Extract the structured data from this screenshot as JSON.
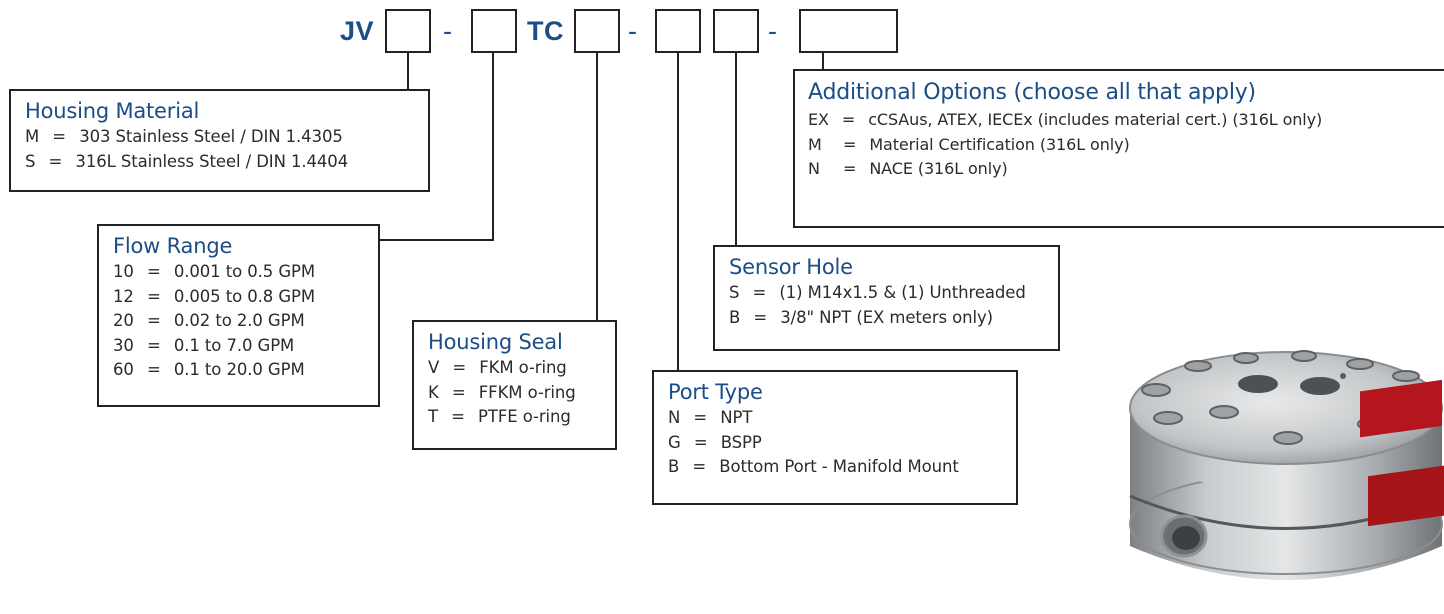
{
  "part_number": {
    "prefix": "JV",
    "sep1": "-",
    "mid": "TC",
    "sep2": "-",
    "sep3": "-"
  },
  "housing_material": {
    "title": "Housing Material",
    "rows": [
      {
        "code": "M",
        "eq": "=",
        "desc": "303 Stainless Steel / DIN 1.4305"
      },
      {
        "code": "S",
        "eq": "=",
        "desc": "316L Stainless Steel / DIN 1.4404"
      }
    ]
  },
  "flow_range": {
    "title": "Flow Range",
    "rows": [
      {
        "code": "10",
        "eq": "=",
        "desc": "0.001 to 0.5 GPM"
      },
      {
        "code": "12",
        "eq": "=",
        "desc": "0.005 to 0.8 GPM"
      },
      {
        "code": "20",
        "eq": "=",
        "desc": "0.02 to 2.0 GPM"
      },
      {
        "code": "30",
        "eq": "=",
        "desc": "0.1 to 7.0 GPM"
      },
      {
        "code": "60",
        "eq": "=",
        "desc": "0.1 to 20.0 GPM"
      }
    ]
  },
  "housing_seal": {
    "title": "Housing Seal",
    "rows": [
      {
        "code": "V",
        "eq": "=",
        "desc": "FKM o-ring"
      },
      {
        "code": "K",
        "eq": "=",
        "desc": "FFKM o-ring"
      },
      {
        "code": "T",
        "eq": "=",
        "desc": "PTFE o-ring"
      }
    ]
  },
  "port_type": {
    "title": "Port Type",
    "rows": [
      {
        "code": "N",
        "eq": "=",
        "desc": "NPT"
      },
      {
        "code": "G",
        "eq": "=",
        "desc": "BSPP"
      },
      {
        "code": "B",
        "eq": "=",
        "desc": "Bottom Port - Manifold Mount"
      }
    ]
  },
  "sensor_hole": {
    "title": "Sensor Hole",
    "rows": [
      {
        "code": "S",
        "eq": "=",
        "desc": "(1) M14x1.5 & (1) Unthreaded"
      },
      {
        "code": "B",
        "eq": "=",
        "desc": "3/8\" NPT (EX meters only)"
      }
    ]
  },
  "additional_options": {
    "title": "Additional Options (choose all that apply)",
    "rows": [
      {
        "code": "EX",
        "eq": "=",
        "desc": "cCSAus, ATEX, IECEx (includes material cert.) (316L only)"
      },
      {
        "code": "M",
        "eq": "=",
        "desc": "Material Certification (316L only)"
      },
      {
        "code": "N",
        "eq": "=",
        "desc": "NACE (316L only)"
      }
    ]
  },
  "colors": {
    "title_blue": "#1b4d86",
    "line": "#222222",
    "steel": "#b9bcbf",
    "label_red": "#b3161d"
  },
  "image": {
    "icon": "flow-meter-photo"
  }
}
